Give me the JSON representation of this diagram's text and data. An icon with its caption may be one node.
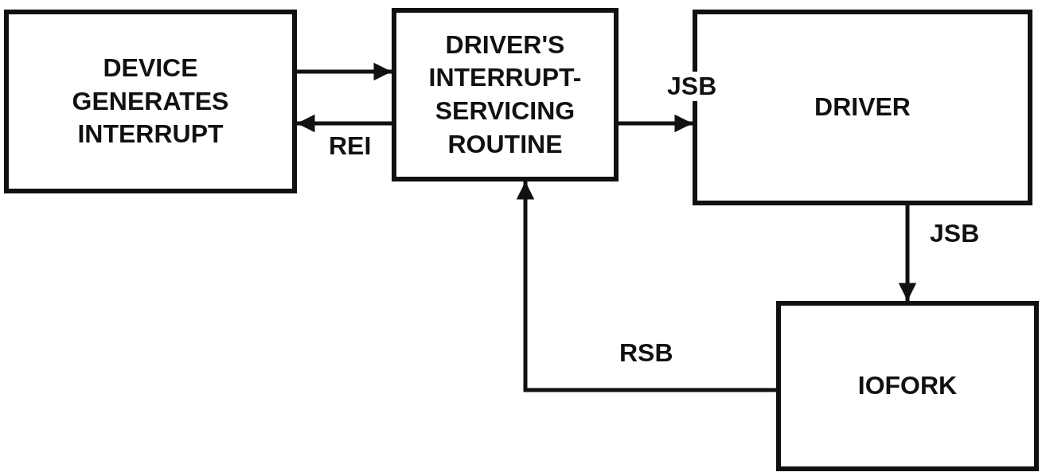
{
  "diagram": {
    "nodes": [
      {
        "text": [
          "DEVICE GENERATES INTERRUPT"
        ]
      },
      {
        "text": [
          "DRIVER'S INTERRUPT-SERVICING ROUTINE"
        ]
      },
      {
        "text": [
          "DRIVER"
        ]
      },
      {
        "text": [
          "IOFORK"
        ]
      }
    ],
    "edges": [
      {
        "from": 0,
        "to": 1,
        "arrow": "to"
      },
      {
        "from": 1,
        "to": 0,
        "arrow": "to",
        "label": "REI"
      },
      {
        "from": 1,
        "to": 2,
        "arrow": "to",
        "label": "JSB"
      },
      {
        "from": 2,
        "to": 3,
        "arrow": "to",
        "label": "JSB"
      },
      {
        "from": 3,
        "to": 1,
        "arrow": "to",
        "label": "RSB"
      }
    ]
  }
}
